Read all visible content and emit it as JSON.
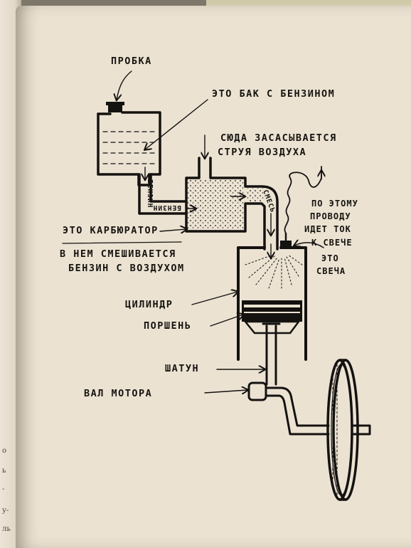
{
  "diagram": {
    "labels": {
      "cap": "ПРОБКА",
      "tank": "ЭТО БАК С БЕНЗИНОМ",
      "air_line1": "СЮДА ЗАСАСЫВАЕТСЯ",
      "air_line2": "СТРУЯ ВОЗДУХА",
      "wire_line1": "ПО ЭТОМУ",
      "wire_line2": "ПРОВОДУ",
      "wire_line3": "ИДЕТ ТОК",
      "wire_line4": "К СВЕЧЕ",
      "carb": "ЭТО КАРБЮРАТОР",
      "mix_line1": "В НЕМ СМЕШИВАЕТСЯ",
      "mix_line2": "БЕНЗИН С ВОЗДУХОМ",
      "plug_line1": "ЭТО",
      "plug_line2": "СВЕЧА",
      "cylinder": "ЦИЛИНДР",
      "piston": "ПОРШЕНЬ",
      "rod": "ШАТУН",
      "shaft": "ВАЛ МОТОРА"
    },
    "flow_labels": {
      "gasoline_down": "БЕНЗИН",
      "gasoline_left": "БЕНЗИН",
      "mixture": "СМЕСЬ"
    }
  },
  "page_edge_text": [
    "о",
    "ь",
    "-",
    "у-",
    "ль"
  ]
}
